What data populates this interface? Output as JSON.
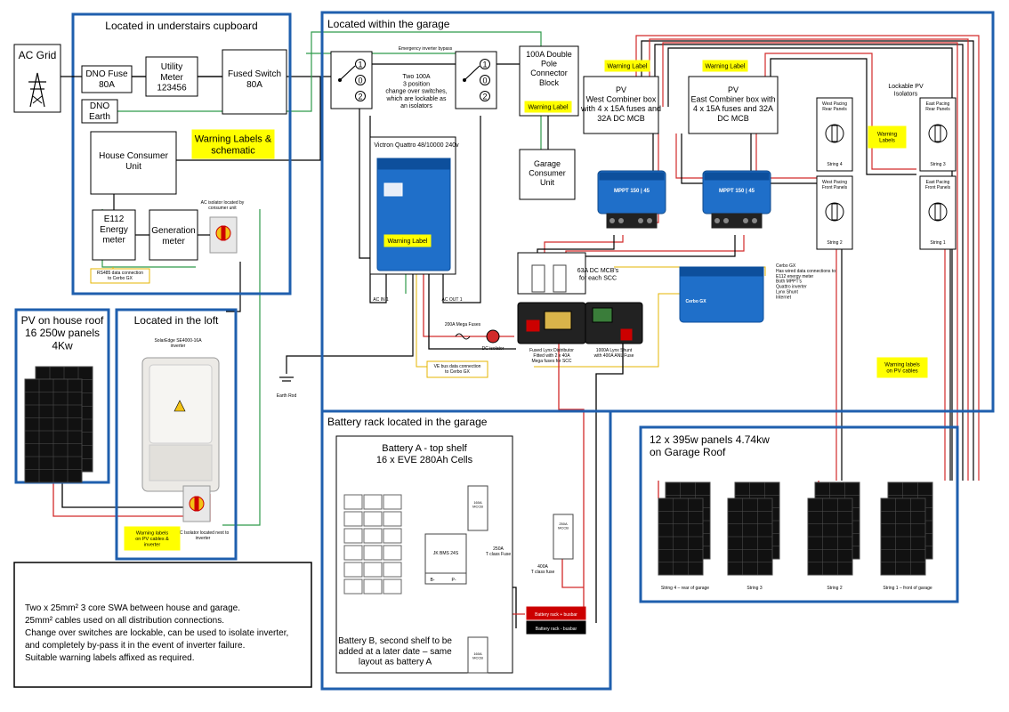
{
  "colors": {
    "region_border": "#1f5fae",
    "warning_fill": "#ffff00",
    "power_line": "#d22a2a",
    "neutral_line": "#333333",
    "earth_line": "#2e9a4a",
    "data_line": "#e6b400",
    "victron_blue": "#1f6fc9"
  },
  "regions": {
    "understairs": "Located in understairs cupboard",
    "garage": "Located within the garage",
    "house_roof": "PV on house roof\n16 250w panels\n4Kw",
    "loft": "Located in the loft",
    "battery_rack": "Battery rack located in the garage",
    "garage_roof": "12 x 395w panels 4.74kw\non Garage Roof"
  },
  "grid": {
    "label": "AC Grid"
  },
  "house": {
    "dno_fuse": "DNO Fuse\n80A",
    "utility_meter": "Utility\nMeter\n123456",
    "fused_switch": "Fused Switch\n80A",
    "dno_earth": "DNO\nEarth",
    "consumer_unit": "House Consumer\nUnit",
    "warning_labels": "Warning Labels &\nschematic",
    "e112_meter": "E112\nEnergy\nmeter",
    "generation_meter": "Generation\nmeter",
    "ac_isolator_note": "AC isolator located by\nconsumer unit",
    "rs485_note": "RS485 data connection\nto Cerbo GX"
  },
  "loft": {
    "inverter_name": "SolarEdge SE4000-16A\ninverter",
    "warning": "Warning labels\non PV cables &\ninverter",
    "isolator_note": "AC Isolator located next to\ninverter"
  },
  "garage": {
    "bypass_label": "Emergency inverter bypass",
    "changeover_text": "Two 100A\n3 position\nchange over switches,\nwhich  are lockable as\nan isolators",
    "switch_positions": [
      "1",
      "0",
      "2"
    ],
    "connector_block": "100A Double\nPole\nConnector\nBlock",
    "connector_warning": "Warning Label",
    "garage_cu": "Garage\nConsumer\nUnit",
    "quattro_title": "Victron Quattro 48/10000 240v",
    "quattro_warning": "Warning Label",
    "ac_in": "AC IN 1",
    "ac_out": "AC OUT 1",
    "earth_rod": "Earth Rod",
    "west_box": "PV\nWest Combiner box\nwith 4 x 15A fuses and\n32A DC MCB",
    "east_box": "PV\nEast Combiner box with\n4 x 15A fuses and 32A\nDC MCB",
    "west_warning": "Warning Label",
    "east_warning": "Warning Label",
    "mppt_label": "MPPT 150 | 45",
    "mcb_label": "63A DC MCB's\n\nfor each SCC",
    "mega_fuses": "200A Mega Fuses",
    "dc_isolator": "DC isolator",
    "lynx_distributor": "Fused Lynx Distributor\nFitted with 2 x 40A\nMega fuses for SCC",
    "lynx_shunt": "1000A Lynx Shunt\nwith 400A ANL Fuse",
    "ve_bus": "VE bus data connection\nto Cerbo GX",
    "cerbo_name": "Cerbo GX",
    "cerbo_note": "Cerbo GX\nHas wired data connections to:\n\nE112 energy meter\nBoth MPPT's\nQuattro inverter\nLynx Shunt\nInternet",
    "pv_cable_warning": "Warning labels\non PV cables",
    "isolators_title": "Lockable PV\nIsolators",
    "isolator_warning": "Warning\nLabels",
    "isolators": [
      {
        "head": "West Pacing\nRear Panels",
        "string": "String 4"
      },
      {
        "head": "East Pacing\nRear Panels",
        "string": "String 3"
      },
      {
        "head": "West Pacing\nFront Panels",
        "string": "String 2"
      },
      {
        "head": "East Pacing\nFront Panels",
        "string": "String 1"
      }
    ]
  },
  "battery": {
    "title": "Battery A - top shelf\n16 x EVE 280Ah Cells",
    "bms": "JK BMS 24S",
    "bms_terms": [
      "B-",
      "P-"
    ],
    "mcb_160_top": "160A\nMCCB",
    "fuse_250": "250A\nT class Fuse",
    "mccb_250": "250A\nMCCB",
    "fuse_400": "400A\nT class fuse",
    "busbar_pos": "Battery rack + busbar",
    "busbar_neg": "Battery rack - busbar",
    "battery_b": "Battery B, second shelf to be\nadded at a later date – same\nlayout as battery A",
    "mcb_160_bottom": "160A\nMCCB"
  },
  "garage_roof": {
    "strings": [
      "String 4 – rear of garage",
      "String 3",
      "String 2",
      "String 1 – front of garage"
    ]
  },
  "notes": {
    "lines": [
      "Two x 25mm² 3 core SWA between house and garage.",
      "25mm² cables used on all distribution connections.",
      "Change over switches are lockable, can be used to isolate inverter,",
      "and completely by-pass it in the event of inverter failure.",
      "Suitable warning labels affixed as required."
    ]
  }
}
